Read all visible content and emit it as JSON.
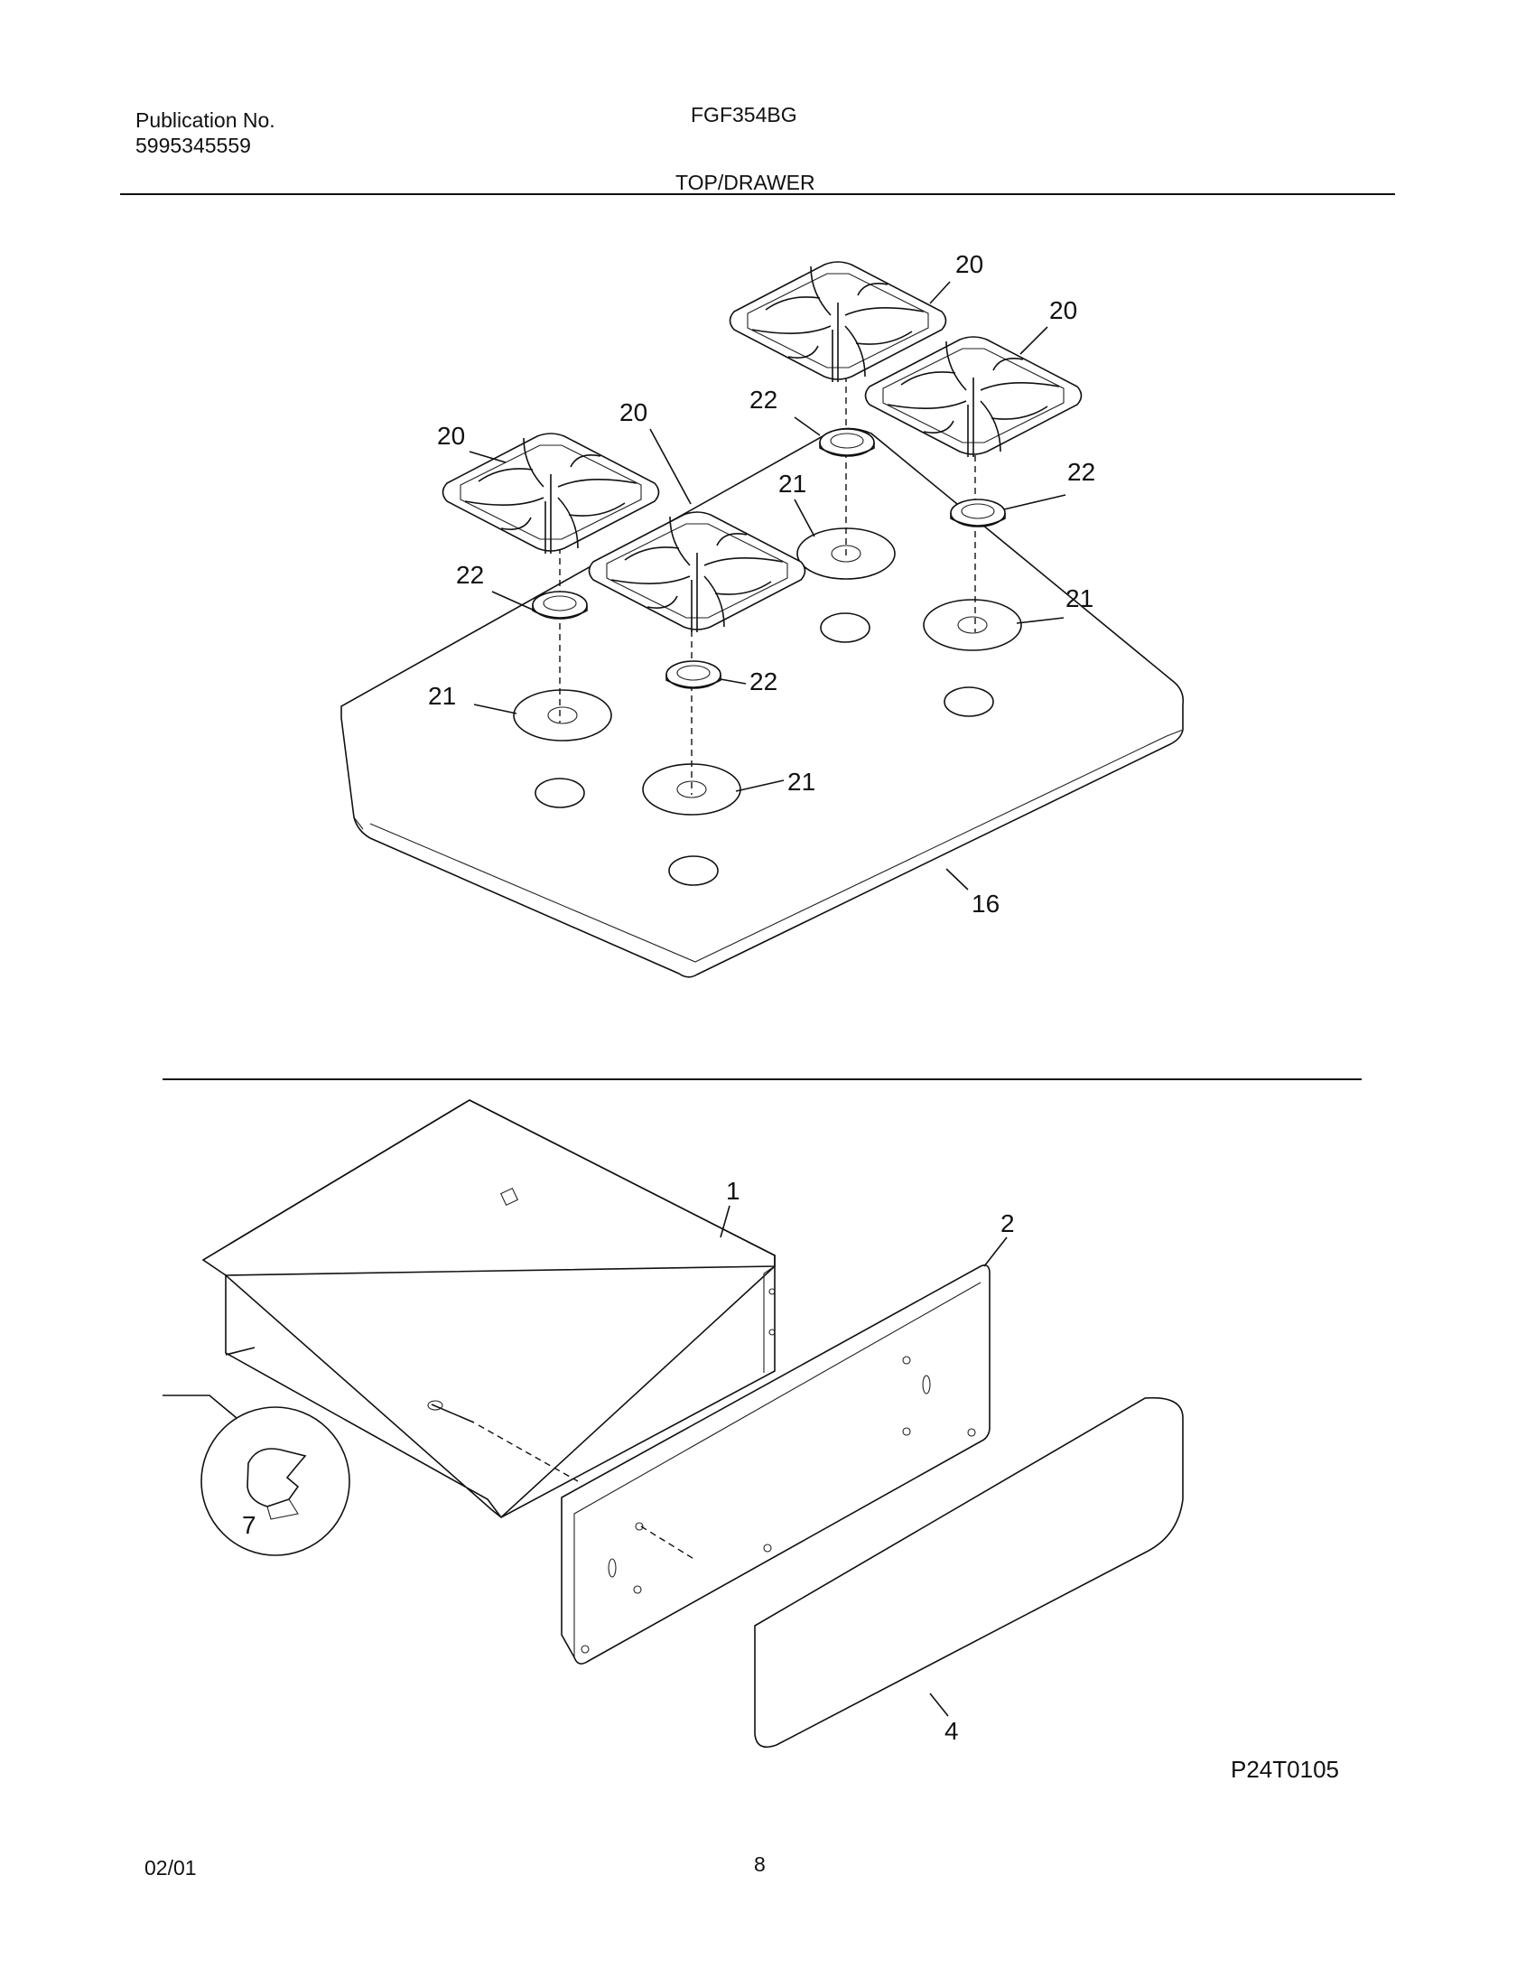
{
  "header": {
    "publication_label": "Publication No.",
    "publication_number": "5995345559",
    "model": "FGF354BG",
    "section_title": "TOP/DRAWER"
  },
  "diagram_top": {
    "callouts": {
      "grate_a": "20",
      "grate_b": "20",
      "grate_c": "20",
      "grate_d": "20",
      "cap_a": "22",
      "cap_b": "22",
      "cap_c": "22",
      "cap_d": "22",
      "head_a": "21",
      "head_b": "21",
      "head_c": "21",
      "head_d": "21",
      "cooktop": "16"
    }
  },
  "diagram_bottom": {
    "callouts": {
      "drawer_body": "1",
      "drawer_front": "2",
      "drawer_panel": "4",
      "drawer_clip": "7"
    },
    "figure_code": "P24T0105"
  },
  "footer": {
    "date": "02/01",
    "page_number": "8"
  }
}
